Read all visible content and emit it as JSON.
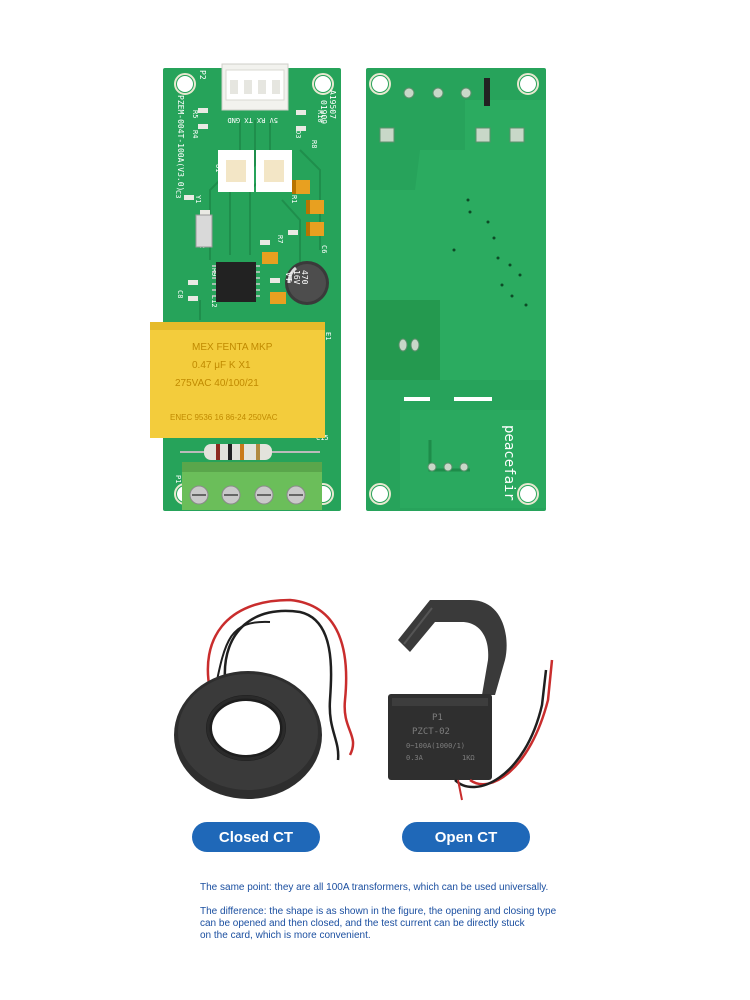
{
  "pcb_front": {
    "silkscreen": {
      "model": "PZEM-004T-100A(V3.0)",
      "board_code_a": "A19507",
      "board_code_b": "01909",
      "connector": "P2",
      "pin_labels": "5V RX TX GND",
      "refs": [
        "R5",
        "R4",
        "R8",
        "R9",
        "R10",
        "D3",
        "C3",
        "U1",
        "Y1",
        "R2",
        "R1",
        "C6",
        "R7",
        "C12",
        "C8",
        "C15",
        "E1",
        "P1"
      ]
    },
    "capacitor_text": [
      "MEX FENTA MKP",
      "0.47 μF K X1",
      "275VAC 40/100/21",
      "ENEC 9536 16 86-24 250VAC"
    ],
    "electrolytic_text": [
      "470",
      "16V",
      "VT"
    ]
  },
  "pcb_back": {
    "logo_text": "peacefair"
  },
  "ct_open_label_text": [
    "P1",
    "PZCT-02",
    "0~100A(1000/1)",
    "0.3A",
    "1KΩ"
  ],
  "labels": {
    "closed_ct": "Closed CT",
    "open_ct": "Open CT"
  },
  "notes": {
    "same_point": "The same point: they are all 100A transformers, which can be used universally.",
    "difference_lines": [
      "The difference: the shape is as shown in the figure, the opening and closing type",
      "can be opened and then closed, and the test current can be directly stuck",
      "on the card, which is more convenient."
    ]
  },
  "colors": {
    "pcb_green": "#26a35a",
    "pcb_dark_green": "#1f8e4c",
    "pill_blue": "#1f68b8",
    "note_blue": "#1b4fa0",
    "capacitor_yellow": "#f3cc3c",
    "terminal_green": "#6bbe5a",
    "ct_black": "#2e2e2e"
  }
}
